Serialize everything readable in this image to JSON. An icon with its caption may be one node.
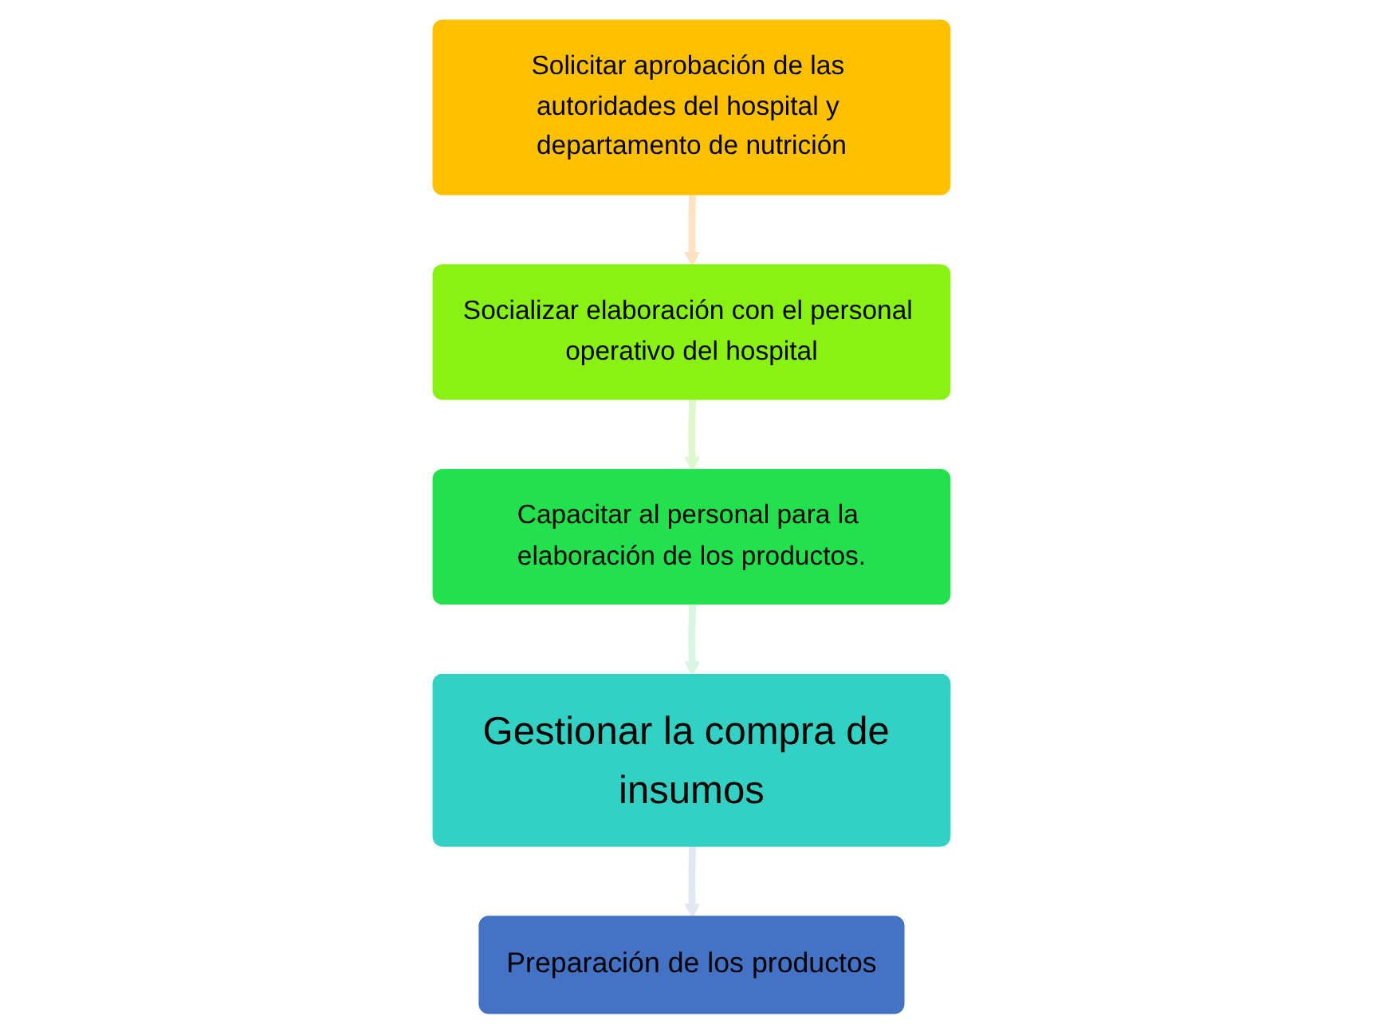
{
  "diagram": {
    "nodes": [
      {
        "text": [
          "Solicitar aprobación de las autoridades del hospital y departamento de nutrición"
        ]
      },
      {
        "text": [
          "Socializar elaboración con el personal operativo del hospital"
        ]
      },
      {
        "text": [
          "Capacitar al personal para la elaboración de los productos."
        ]
      },
      {
        "text": [
          "Gestionar la compra de insumos"
        ]
      },
      {
        "text": [
          "Preparación de los productos"
        ]
      }
    ],
    "edges": [
      {
        "from": 0,
        "to": 1,
        "arrow": "to",
        "color": "#fde2c4"
      },
      {
        "from": 1,
        "to": 2,
        "arrow": "to",
        "color": "#dff7cf"
      },
      {
        "from": 2,
        "to": 3,
        "arrow": "to",
        "color": "#d6f5e4"
      },
      {
        "from": 3,
        "to": 4,
        "arrow": "to",
        "color": "#e3e7f2"
      }
    ]
  }
}
